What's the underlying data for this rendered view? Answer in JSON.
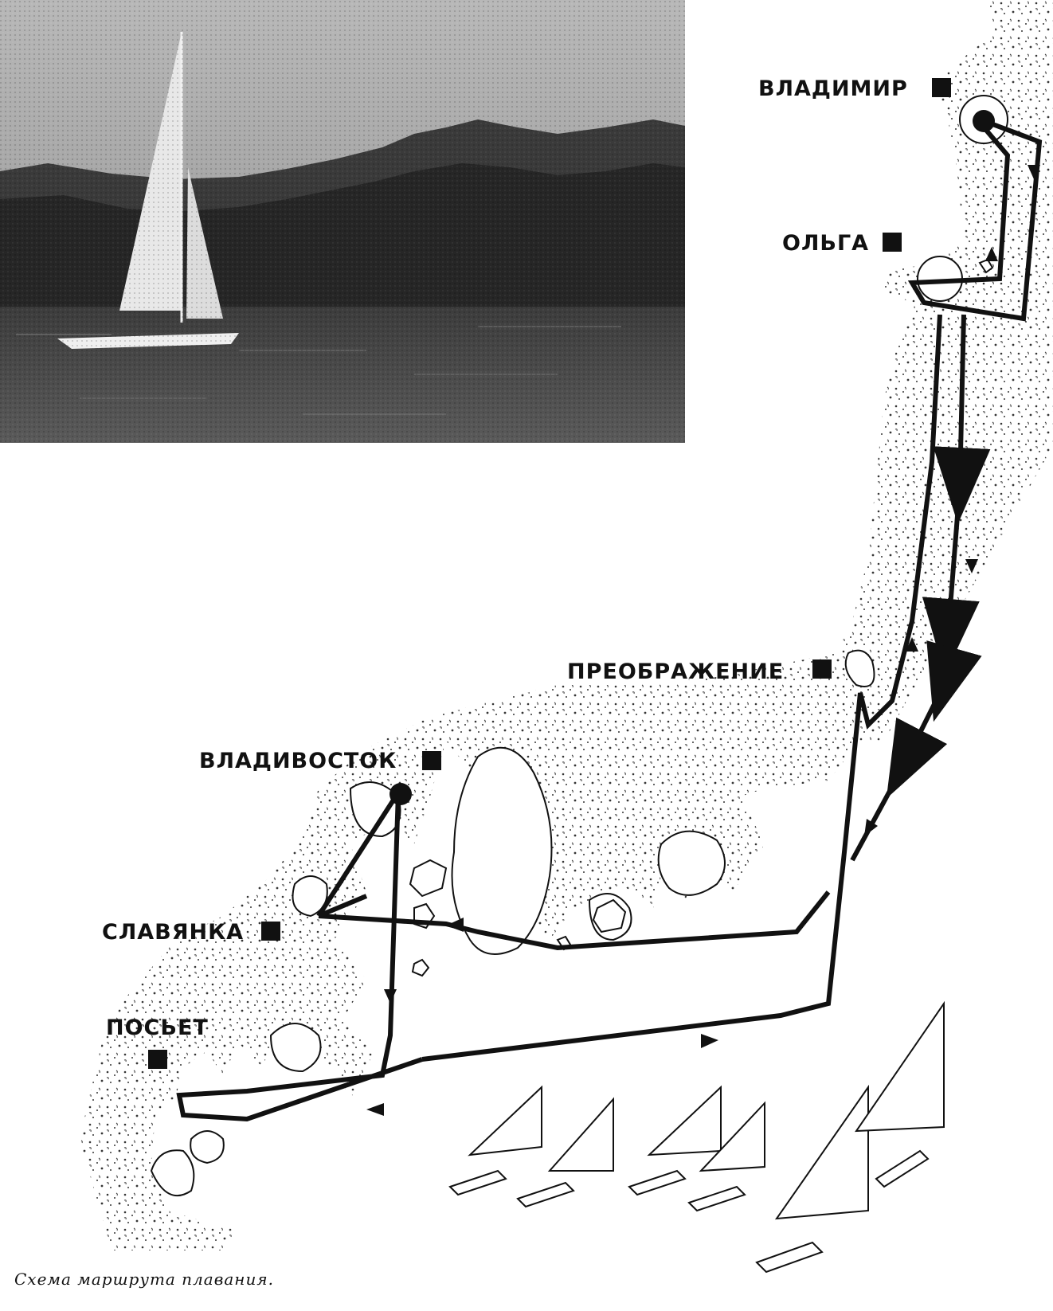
{
  "cities": {
    "vladimir": "ВЛАДИМИР",
    "olga": "ОЛЬГА",
    "preobrazhenie": "ПРЕОБРАЖЕНИЕ",
    "vladivostok": "ВЛАДИВОСТОК",
    "slavyanka": "СЛАВЯНКА",
    "posyet": "ПОСЬЕТ"
  },
  "caption": "Схема маршрута плавания.",
  "colors": {
    "ink": "#111111",
    "paper": "#ffffff",
    "photo_sky": "#c9c9c9",
    "photo_hills": "#2e2e2e",
    "photo_water": "#4a4a4a"
  },
  "icons": [
    "sailboat-photo",
    "route-arrow-icon",
    "city-square-marker",
    "port-dot-icon",
    "yacht-icon"
  ]
}
